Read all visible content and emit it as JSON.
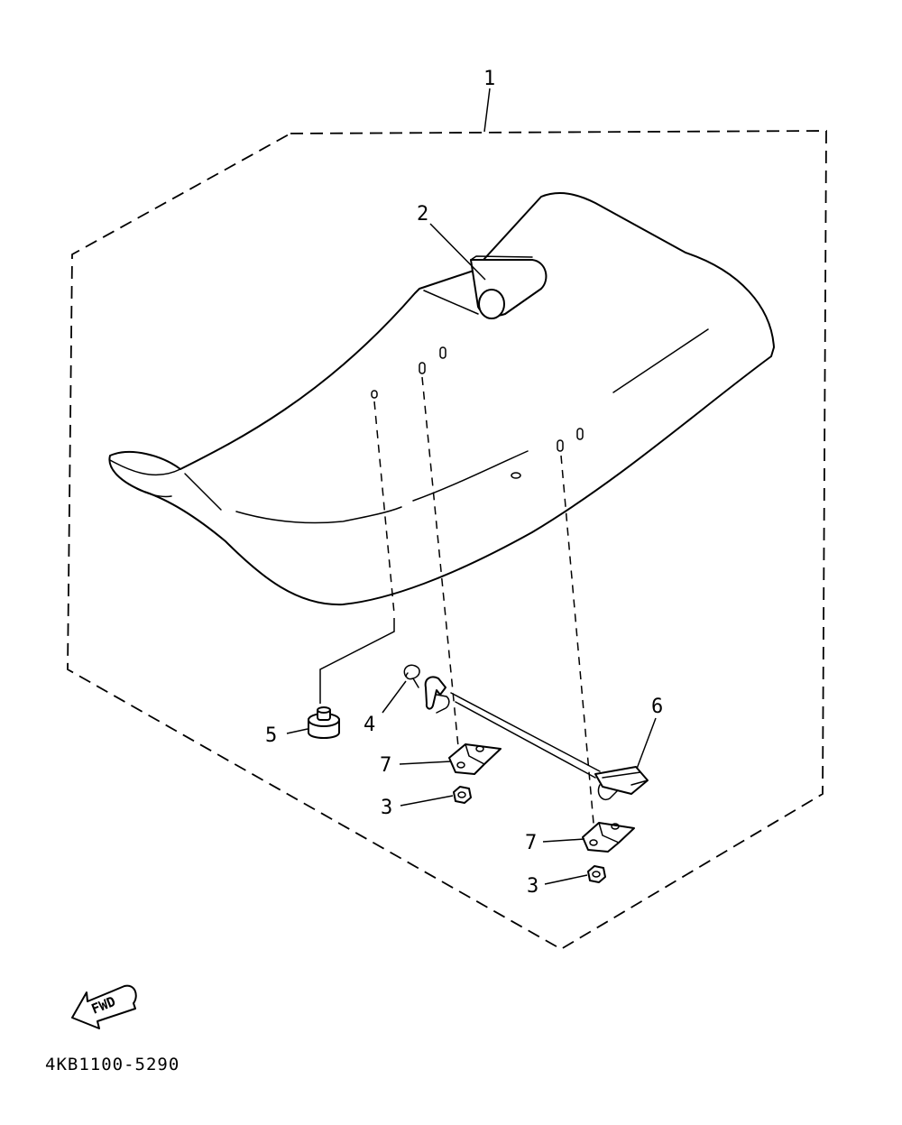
{
  "callouts": {
    "assembly": "1",
    "grip_strap": "2",
    "nut_front": "3",
    "nut_rear": "3",
    "clip": "4",
    "damper": "5",
    "seat_lock": "6",
    "bracket_front": "7",
    "bracket_rear": "7"
  },
  "fwd_label": "FWD",
  "part_code": "4KB1100-5290"
}
